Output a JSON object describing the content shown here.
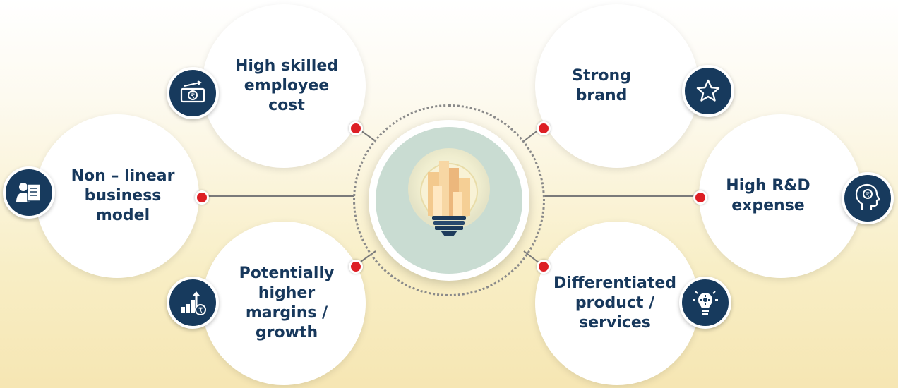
{
  "nodes": [
    {
      "id": "high-skilled",
      "label": "High skilled\nemployee\ncost",
      "icon": "rupee-money-icon"
    },
    {
      "id": "non-linear",
      "label": "Non – linear\nbusiness\nmodel",
      "icon": "employee-document-icon"
    },
    {
      "id": "higher-margins",
      "label": "Potentially\nhigher\nmargins /\ngrowth",
      "icon": "growth-bars-rupee-icon"
    },
    {
      "id": "strong-brand",
      "label": "Strong\nbrand",
      "icon": "star-icon"
    },
    {
      "id": "rnd",
      "label": "High R&D\nexpense",
      "icon": "head-rupee-icon"
    },
    {
      "id": "differentiated",
      "label": "Differentiated\nproduct /\nservices",
      "icon": "lightbulb-gear-icon"
    }
  ],
  "center": {
    "icon": "lightbulb-city-icon"
  },
  "colors": {
    "navy": "#173a5d",
    "text": "#17385c",
    "red": "#dd1f25",
    "center_fill": "#c9dcd2"
  }
}
